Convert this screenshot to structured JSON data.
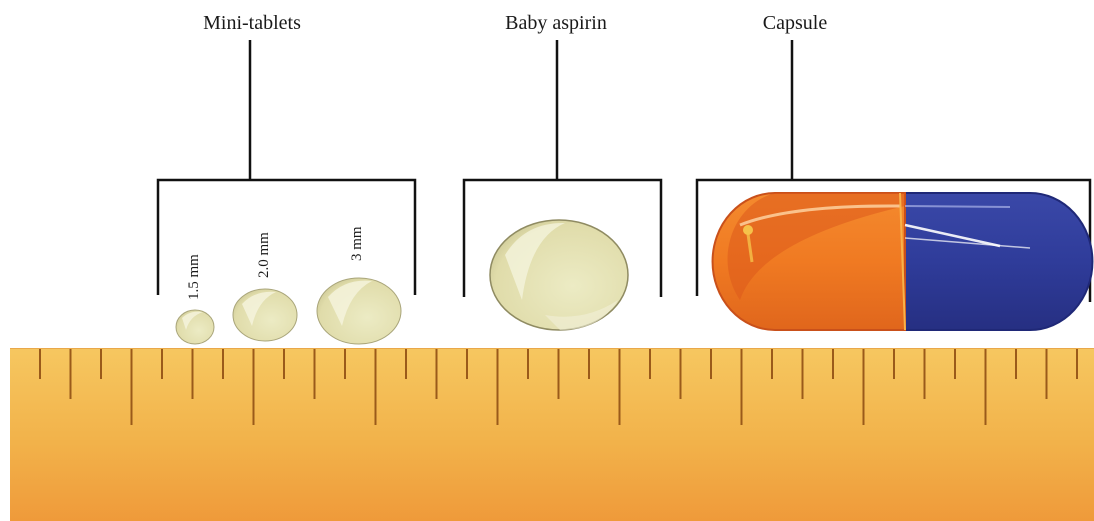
{
  "groups": [
    {
      "label": "Mini-tablets"
    },
    {
      "label": "Baby aspirin"
    },
    {
      "label": "Capsule"
    }
  ],
  "tablet_sizes": [
    "1.5 mm",
    "2.0 mm",
    "3 mm"
  ],
  "colors": {
    "tablet_fill": "#e8e4b8",
    "tablet_edge": "#b9b58a",
    "capsule_orange": "#f07a22",
    "capsule_orange_dark": "#d1521a",
    "capsule_blue": "#2f3c9a",
    "capsule_blue_dark": "#1f2877",
    "ruler_top": "#f5c45f",
    "ruler_bottom": "#f0a23a",
    "tick": "#9a5a1a",
    "bracket": "#111111"
  }
}
